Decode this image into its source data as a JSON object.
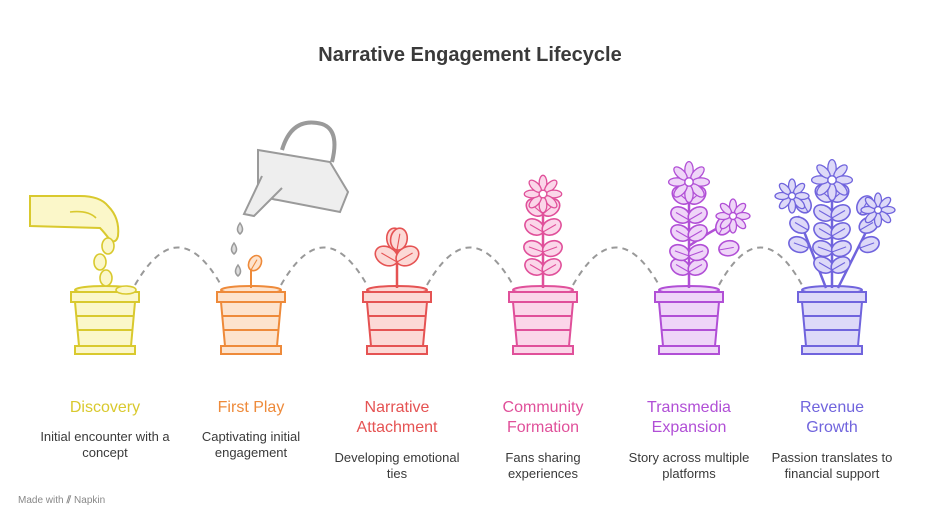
{
  "title": "Narrative Engagement Lifecycle",
  "stages": [
    {
      "label": "Discovery",
      "description": "Initial encounter with a concept",
      "color": "#d9c92e",
      "fill": "#fbf7c9",
      "icon": "hand-dropping-seeds-icon"
    },
    {
      "label": "First Play",
      "description": "Captivating initial engagement",
      "color": "#ee8a3a",
      "fill": "#fde3cd",
      "icon": "sprout-icon"
    },
    {
      "label": "Narrative Attachment",
      "description": "Developing emotional ties",
      "color": "#e55353",
      "fill": "#fcd9d6",
      "icon": "seedling-icon"
    },
    {
      "label": "Community Formation",
      "description": "Fans sharing experiences",
      "color": "#e0509a",
      "fill": "#fbd6e9",
      "icon": "flowering-plant-icon"
    },
    {
      "label": "Transmedia Expansion",
      "description": "Story across multiple platforms",
      "color": "#b14fd6",
      "fill": "#efd5f8",
      "icon": "bushy-plant-icon"
    },
    {
      "label": "Revenue Growth",
      "description": "Passion translates to financial support",
      "color": "#7064dd",
      "fill": "#ddd9f8",
      "icon": "full-bloom-plant-icon"
    }
  ],
  "watermark": {
    "prefix": "Made with",
    "brand": "Napkin"
  }
}
